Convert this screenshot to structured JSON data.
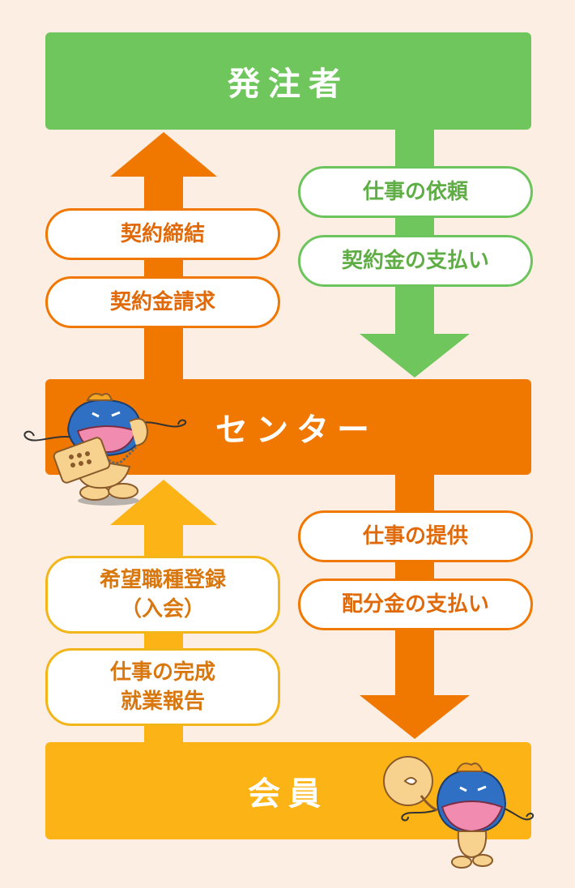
{
  "colors": {
    "background": "#fdeee3",
    "green": "#6fc65c",
    "orange": "#f17800",
    "yellow": "#fbb316"
  },
  "nodes": {
    "orderer": "発注者",
    "center": "センター",
    "member": "会員"
  },
  "flows": {
    "center_to_orderer": [
      "契約締結",
      "契約金請求"
    ],
    "orderer_to_center": [
      "仕事の依頼",
      "契約金の支払い"
    ],
    "member_to_center": [
      {
        "line1": "希望職種登録",
        "line2": "（入会）"
      },
      {
        "line1": "仕事の完成",
        "line2": "就業報告"
      }
    ],
    "center_to_member": [
      "仕事の提供",
      "配分金の支払い"
    ]
  },
  "icons": {
    "mascot_phone": "mascot-on-phone-icon",
    "mascot_ok": "mascot-ok-sign-icon"
  }
}
